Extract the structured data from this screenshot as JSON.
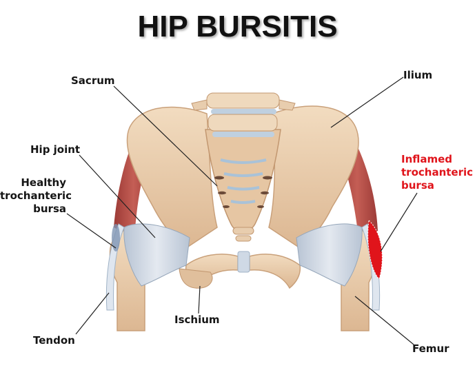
{
  "title": "HIP BURSITIS",
  "labels": {
    "sacrum": "Sacrum",
    "ilium": "Ilium",
    "hip_joint": "Hip joint",
    "healthy_bursa": [
      "Healthy",
      "trochanteric",
      "bursa"
    ],
    "inflamed_bursa": [
      "Inflamed",
      "trochanteric",
      "bursa"
    ],
    "ischium": "Ischium",
    "tendon": "Tendon",
    "femur": "Femur"
  },
  "colors": {
    "bone": "#ecd2b4",
    "bone_shadow": "#c9a07a",
    "muscle": "#b6504a",
    "ligament": "#cdd6e2",
    "inflamed": "#e0141b",
    "text": "#151515"
  }
}
